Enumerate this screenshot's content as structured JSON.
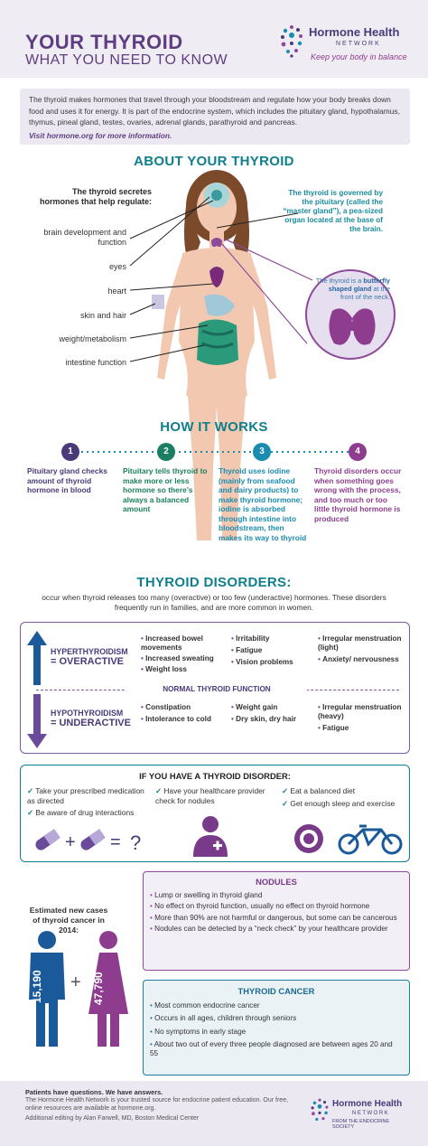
{
  "header": {
    "title": "YOUR THYROID",
    "subtitle": "WHAT YOU NEED TO KNOW",
    "logo_line1": "Hormone Health",
    "logo_line2": "NETWORK",
    "logo_tagline": "Keep your body in balance"
  },
  "intro": {
    "text": "The thyroid makes hormones that travel through your bloodstream and regulate how your body breaks down food and uses it for energy. It is part of the endocrine system, which includes the pituitary gland, hypothalamus, thymus, pineal gland, testes, ovaries, adrenal glands, parathyroid and pancreas.",
    "visit": "Visit hormone.org for more information."
  },
  "about": {
    "title": "ABOUT YOUR THYROID",
    "secretes": "The thyroid secretes hormones that help regulate:",
    "labels": [
      "brain development and function",
      "eyes",
      "heart",
      "skin and hair",
      "weight/metabolism",
      "intestine function"
    ],
    "governed": "The thyroid is governed by the pituitary (called the “master gland”), a pea-sized organ located at the base of the brain.",
    "butterfly_pre": "The thyroid is a",
    "butterfly_bold": "butterfly shaped gland",
    "butterfly_post": "at the front of the neck."
  },
  "how": {
    "title": "HOW IT WORKS",
    "steps": [
      {
        "num": "1",
        "text": "Pituitary gland checks amount of thyroid hormone in blood",
        "color": "#4a3a7a"
      },
      {
        "num": "2",
        "text": "Pituitary tells thyroid to make more or less hormone so there’s always a balanced amount",
        "color": "#1a7f60"
      },
      {
        "num": "3",
        "text": "Thyroid uses iodine (mainly from seafood and dairy products) to make thyroid hormone; iodine is absorbed through intestine into bloodstream, then makes its way to thyroid",
        "color": "#1a8cb0"
      },
      {
        "num": "4",
        "text": "Thyroid disorders occur when something goes wrong with the process, and too much or too little thyroid hormone is produced",
        "color": "#8e3d8e"
      }
    ]
  },
  "disorders": {
    "title": "THYROID DISORDERS:",
    "text": "occur when thyroid releases too many (overactive) or too few (underactive) hormones. These disorders frequently run in families, and are more common in women.",
    "hyper_label1": "HYPERTHYROIDISM",
    "hyper_label2": "= OVERACTIVE",
    "hyper_col1": [
      "Increased bowel movements",
      "Increased sweating",
      "Weight loss"
    ],
    "hyper_col2": [
      "Irritability",
      "Fatigue",
      "Vision problems"
    ],
    "hyper_col3": [
      "Irregular menstruation (light)",
      "Anxiety/ nervousness"
    ],
    "normal": "NORMAL THYROID FUNCTION",
    "hypo_label1": "HYPOTHYROIDISM",
    "hypo_label2": "= UNDERACTIVE",
    "hypo_col1": [
      "Constipation",
      "Intolerance to cold"
    ],
    "hypo_col2": [
      "Weight gain",
      "Dry skin, dry hair"
    ],
    "hypo_col3": [
      "Irregular menstruation (heavy)",
      "Fatigue"
    ]
  },
  "ifyou": {
    "title": "IF YOU HAVE A THYROID DISORDER:",
    "col1": [
      "Take your prescribed medication as directed",
      "Be aware of drug interactions"
    ],
    "col2": [
      "Have your healthcare provider check for nodules"
    ],
    "col3": [
      "Eat a balanced diet",
      "Get enough sleep and exercise"
    ],
    "equation": "+ ="
  },
  "nodules": {
    "title": "NODULES",
    "items": [
      "Lump or swelling in thyroid gland",
      "No effect on thyroid function, usually no effect on thyroid hormone",
      "More than 90% are not harmful or dangerous, but some can be cancerous",
      "Nodules can be detected by a “neck check” by your healthcare provider"
    ]
  },
  "estimate": {
    "text": "Estimated new cases of thyroid cancer in 2014:",
    "men": "15,190",
    "women": "47,790"
  },
  "cancer": {
    "title": "THYROID CANCER",
    "items": [
      "Most common endocrine cancer",
      "Occurs in all ages, children through seniors",
      "No symptoms in early stage",
      "About two out of every three people diagnosed are between ages 20 and 55"
    ]
  },
  "footer": {
    "bold": "Patients have questions. We have answers.",
    "line1": "The Hormone Health Network is your trusted source for endocrine patient education. Our free, online resources are available at hormone.org.",
    "line2": "Additional editing by Alan Farwell, MD, Boston Medical Center",
    "logo_line1": "Hormone Health",
    "logo_line2": "NETWORK",
    "logo_line3": "FROM THE ENDOCRINE SOCIETY"
  }
}
